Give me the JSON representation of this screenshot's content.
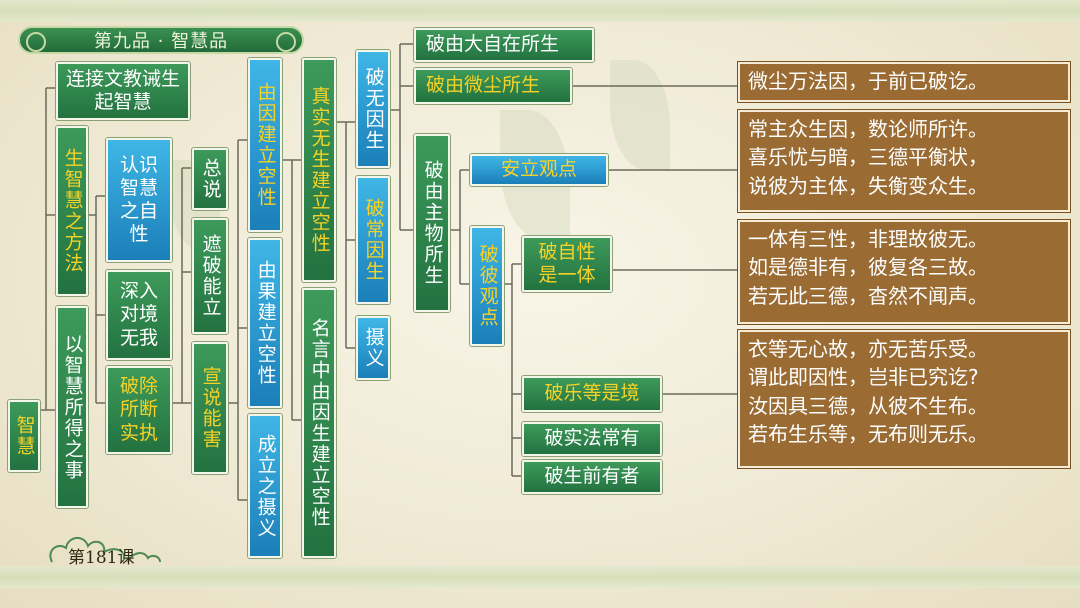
{
  "header": {
    "title": "第九品 · 智慧品"
  },
  "lesson": "第181课",
  "nodes": {
    "root": "智慧",
    "n_link": "连接文教诫生起智慧",
    "n_method": "生智慧之方法",
    "n_result": "以智慧所得之事",
    "n_know": "认识智慧之自性",
    "n_deep": "深入对境无我",
    "n_break": "破除所断实执",
    "n_total": "总说",
    "n_refute": "遮破能立",
    "n_harm": "宣说能害",
    "n_cause": "由因建立空性",
    "n_effect": "由果建立空性",
    "n_establish": "成立之摄义",
    "n_true": "真实无生建立空性",
    "n_name": "名言中由因生建立空性",
    "n_nocause": "破无因生",
    "n_permcause": "破常因生",
    "n_summary": "摄义",
    "n_god": "破由大自在所生",
    "n_atom": "破由微尘所生",
    "n_prakriti": "破由主物所生",
    "n_view": "安立观点",
    "n_refuteview": "破彼观点",
    "n_nature": "破自性是一体",
    "n_joy": "破乐等是境",
    "n_real": "破实法常有",
    "n_preborn": "破生前有者"
  },
  "verses": {
    "v1": [
      "微尘万法因，于前已破讫。"
    ],
    "v2": [
      "常主众生因，数论师所许。",
      "喜乐忧与暗，三德平衡状，",
      "说彼为主体，失衡变众生。"
    ],
    "v3": [
      "一体有三性，非理故彼无。",
      "如是德非有，彼复各三故。",
      "若无此三德，杳然不闻声。"
    ],
    "v4": [
      "衣等无心故，亦无苦乐受。",
      "谓此即因性，岂非已究讫?",
      "汝因具三德，从彼不生布。",
      "若布生乐等，无布则无乐。"
    ]
  },
  "colors": {
    "green": "#2f8a4e",
    "blue": "#2b9bd6",
    "brown": "#9a6b32",
    "yellow_text": "#f6d226",
    "line": "#6b6b5a"
  }
}
